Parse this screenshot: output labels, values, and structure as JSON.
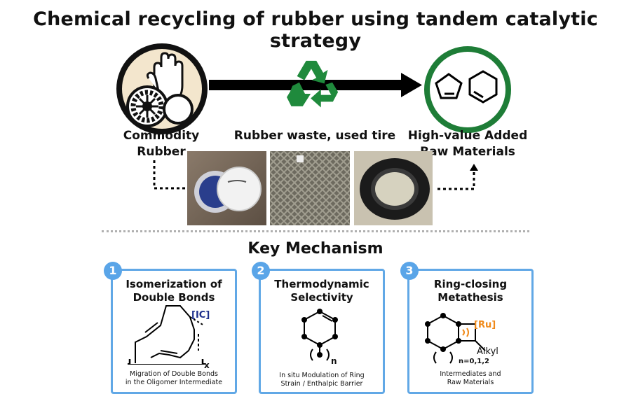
{
  "title": "Chemical recycling of rubber using tandem catalytic strategy",
  "labels": {
    "left_line1": "Commodity",
    "left_line2": "Rubber",
    "middle": "Rubber waste, used tire",
    "right_line1": "High-value Added",
    "right_line2": "Raw Materials"
  },
  "key_mechanism": "Key Mechanism",
  "cards": [
    {
      "number": "1",
      "title_line1": "Isomerization of",
      "title_line2": "Double Bonds",
      "tag": "[IC]",
      "subscript": "x",
      "desc_line1": "Migration of Double Bonds",
      "desc_line2": "in the Oligomer Intermediate"
    },
    {
      "number": "2",
      "title_line1": "Thermodynamic",
      "title_line2": "Selectivity",
      "subscript": "n",
      "desc_line1": "In situ Modulation of Ring",
      "desc_line2": "Strain / Enthalpic Barrier"
    },
    {
      "number": "3",
      "title_line1": "Ring-closing",
      "title_line2": "Metathesis",
      "tag": "[Ru]",
      "subscript": "n=0,1,2",
      "substituent": "Alkyl",
      "desc_line1": "Intermediates and",
      "desc_line2": "Raw Materials"
    }
  ],
  "colors": {
    "recycle_green": "#1f8a3c",
    "circle_green": "#1e7d37",
    "card_border": "#61a8e6",
    "badge_blue": "#5aa5e8",
    "tag_navy": "#1d2f8c",
    "tag_orange": "#f08a1a"
  }
}
